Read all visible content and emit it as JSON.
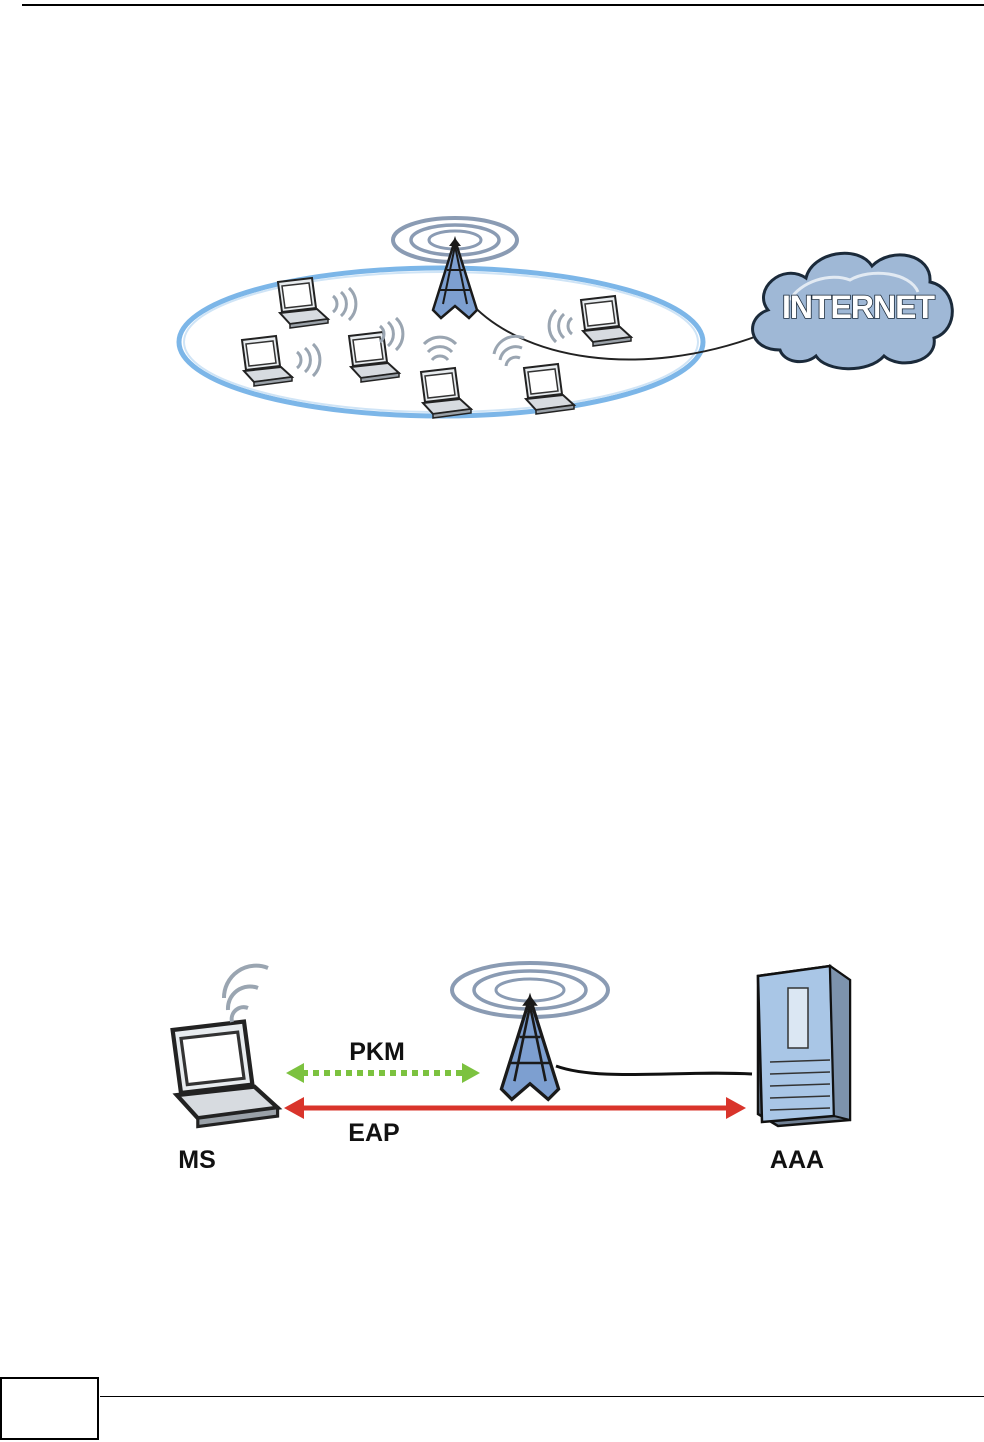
{
  "figure1": {
    "cloud_label": "INTERNET"
  },
  "figure2": {
    "pkm_label": "PKM",
    "eap_label": "EAP",
    "ms_label": "MS",
    "aaa_label": "AAA",
    "colors": {
      "pkm_arrow": "#7cc23f",
      "eap_arrow": "#d9342b"
    }
  }
}
